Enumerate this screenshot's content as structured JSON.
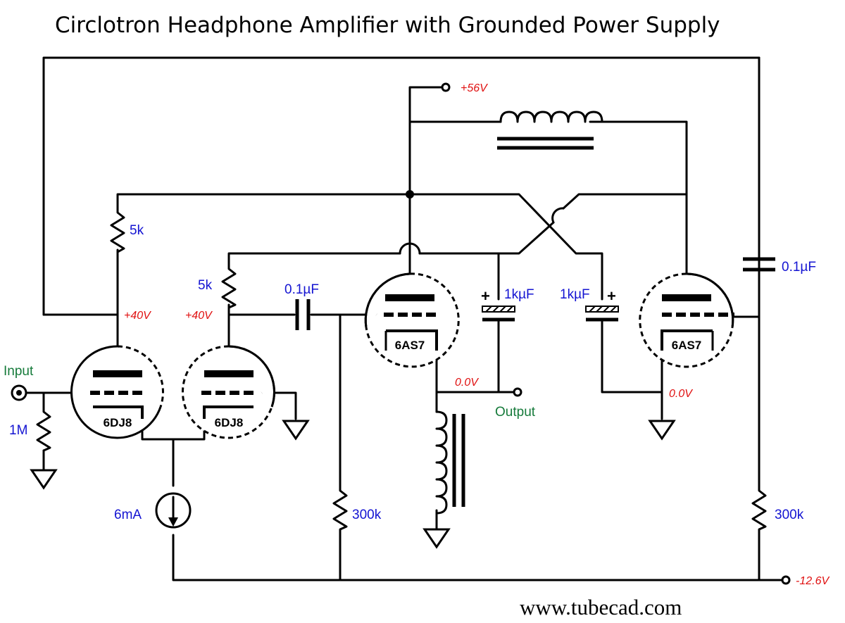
{
  "title": "Circlotron Headphone Amplifier with Grounded Power Supply",
  "website": "www.tubecad.com",
  "ports": {
    "input": "Input",
    "output": "Output"
  },
  "tubes": {
    "v1": "6DJ8",
    "v2": "6DJ8",
    "v3": "6AS7",
    "v4": "6AS7"
  },
  "components": {
    "r_grid": "1M",
    "r_plate_left": "5k",
    "r_plate_right": "5k",
    "c_coupling": "0.1µF",
    "c_bootstrap_left": "1kµF",
    "c_bootstrap_right": "1kµF",
    "c_right": "0.1µF",
    "current_source": "6mA",
    "r_bias_left": "300k",
    "r_bias_right": "300k"
  },
  "voltages": {
    "supply_pos": "+56V",
    "supply_neg": "-12.6V",
    "plate_left": "+40V",
    "plate_right": "+40V",
    "cathode_left": "0.0V",
    "cathode_right": "0.0V"
  },
  "polarity_mark": "+"
}
